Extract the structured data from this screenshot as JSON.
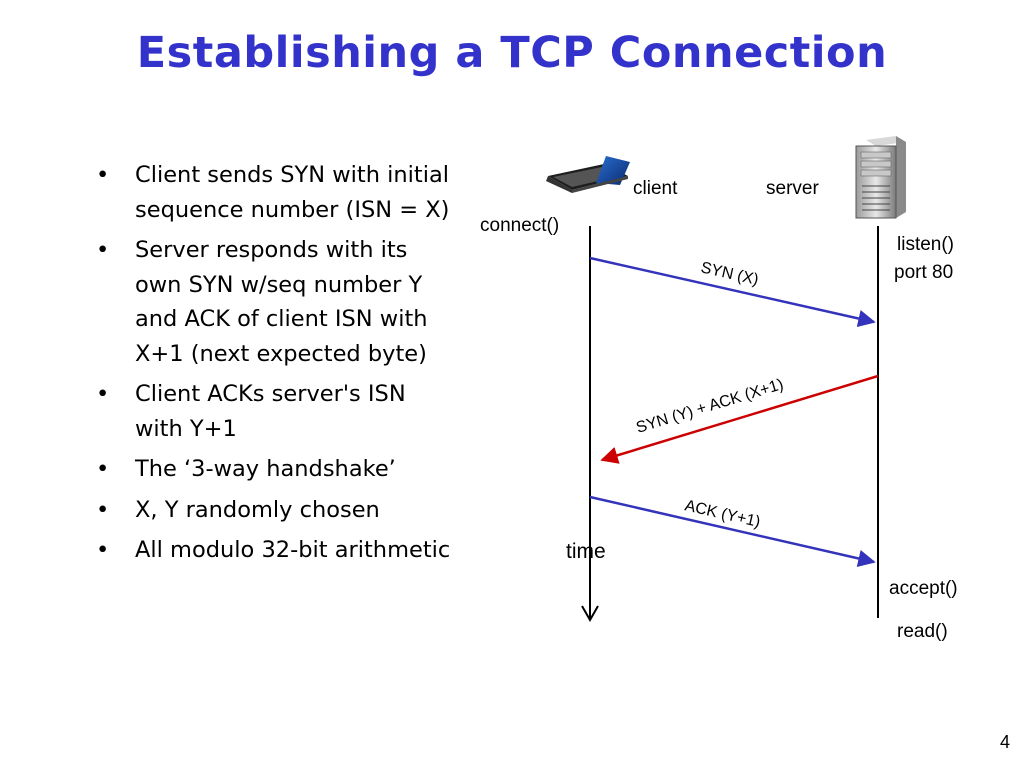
{
  "slide": {
    "title": "Establishing a TCP Connection",
    "page_number": "4"
  },
  "bullets": [
    "Client sends SYN with initial sequence number (ISN = X)",
    "Server responds with its own SYN w/seq number Y and ACK of client ISN with X+1 (next expected byte)",
    "Client ACKs server's ISN with Y+1",
    "The ‘3-way handshake’",
    "X, Y randomly chosen",
    "All modulo 32-bit arithmetic"
  ],
  "diagram": {
    "client_label": "client",
    "server_label": "server",
    "client_call": "connect()",
    "server_call_1": "listen()",
    "server_call_2": "port 80",
    "time_label": "time",
    "accept_label": "accept()",
    "read_label": "read()",
    "messages": [
      {
        "label": "SYN (X)",
        "color": "#3333bb"
      },
      {
        "label": "SYN (Y) + ACK (X+1)",
        "color": "#cc0000"
      },
      {
        "label": "ACK (Y+1)",
        "color": "#3333bb"
      }
    ],
    "icons": {
      "client": "laptop-icon",
      "server": "server-tower-icon"
    }
  }
}
